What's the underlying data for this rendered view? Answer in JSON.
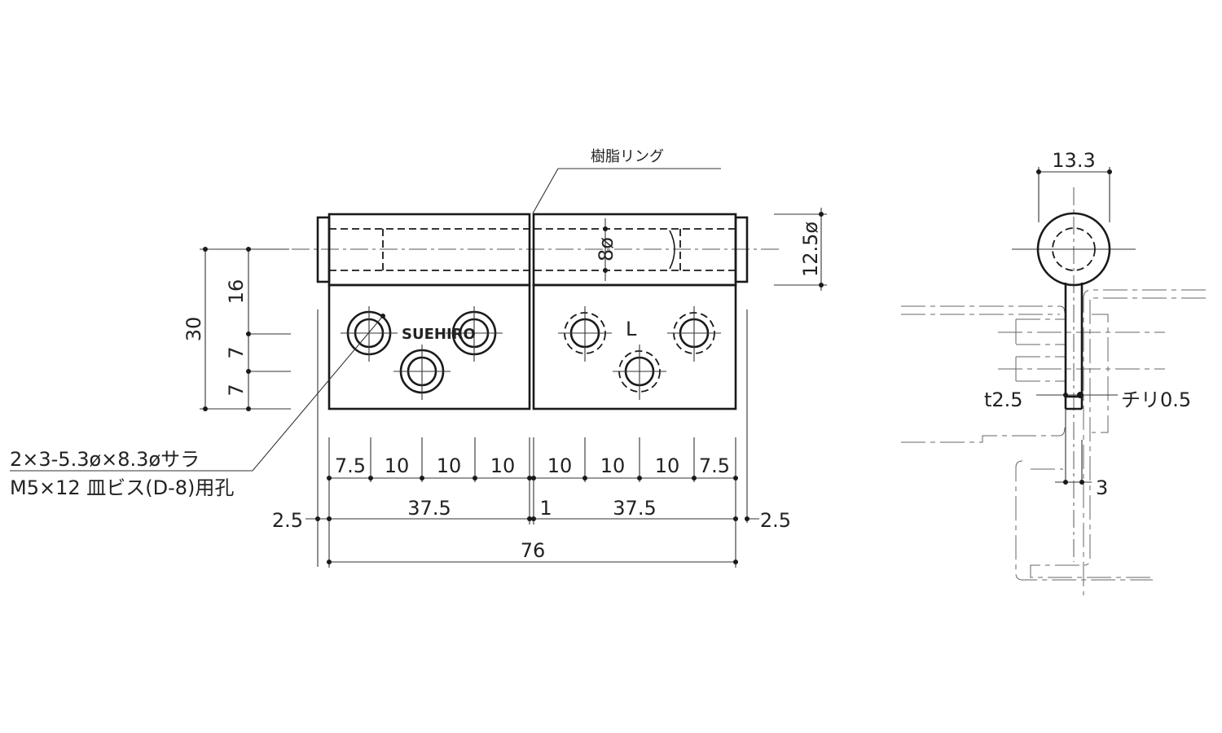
{
  "labels": {
    "resin_ring": "樹脂リング",
    "pin_dia": "8ø",
    "barrel_dia": "12.5ø",
    "brand": "SUEHIRO",
    "hand": "L",
    "hole_spec_1": "2×3-5.3ø×8.3øサラ",
    "hole_spec_2": "M5×12 皿ビス(D-8)用孔",
    "thickness": "t2.5",
    "clearance": "チリ0.5",
    "side_width": "13.3",
    "gap": "3"
  },
  "vertical_dims": {
    "total": "30",
    "top": "16",
    "mid": "7",
    "bottom": "7"
  },
  "hole_pitch": [
    "7.5",
    "10",
    "10",
    "10",
    "10",
    "10",
    "10",
    "7.5"
  ],
  "leaf_dims": {
    "left_cap": "2.5",
    "left_leaf": "37.5",
    "gap": "1",
    "right_leaf": "37.5",
    "right_cap": "2.5"
  },
  "overall_length": "76"
}
